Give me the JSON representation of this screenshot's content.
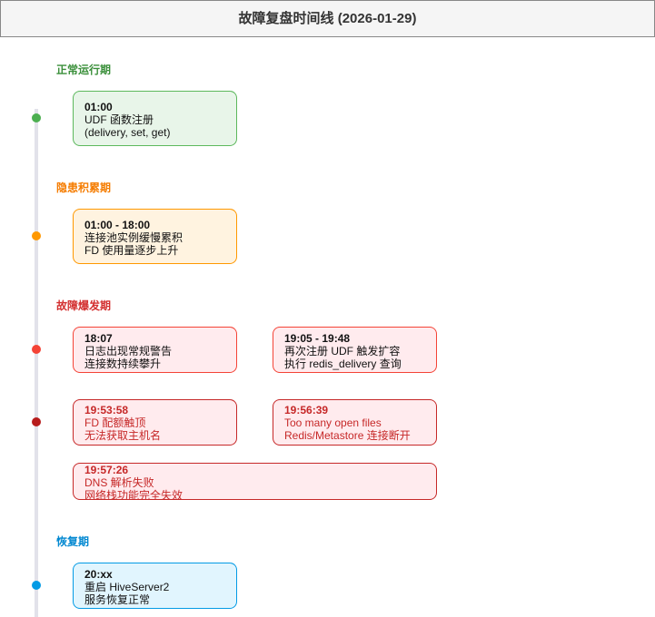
{
  "title": "故障复盘时间线 (2026-01-29)",
  "colors": {
    "normal": "#4caf50",
    "latent": "#ff9800",
    "outbreak": "#f44336",
    "critical": "#b71c1c",
    "recovery": "#039be5"
  },
  "phases": [
    {
      "label": "正常运行期",
      "color": "#3a8f3a"
    },
    {
      "label": "隐患积累期",
      "color": "#f57c00"
    },
    {
      "label": "故障爆发期",
      "color": "#d32f2f"
    },
    {
      "label": "恢复期",
      "color": "#0288d1"
    }
  ],
  "events": [
    {
      "time": "01:00",
      "lines": [
        "UDF 函数注册",
        "(delivery, set, get)"
      ]
    },
    {
      "time": "01:00 - 18:00",
      "lines": [
        "连接池实例缓慢累积",
        "FD 使用量逐步上升"
      ]
    },
    {
      "time": "18:07",
      "lines": [
        "日志出现常规警告",
        "连接数持续攀升"
      ]
    },
    {
      "time": "19:05 - 19:48",
      "lines": [
        "再次注册 UDF 触发扩容",
        "执行 redis_delivery 查询"
      ]
    },
    {
      "time": "19:53:58",
      "lines": [
        "FD 配额触顶",
        "无法获取主机名"
      ]
    },
    {
      "time": "19:56:39",
      "lines": [
        "Too many open files",
        "Redis/Metastore 连接断开"
      ]
    },
    {
      "time": "19:57:26",
      "lines": [
        "DNS 解析失败",
        "网络栈功能完全失效"
      ]
    },
    {
      "time": "20:xx",
      "lines": [
        "重启 HiveServer2",
        "服务恢复正常"
      ]
    }
  ]
}
